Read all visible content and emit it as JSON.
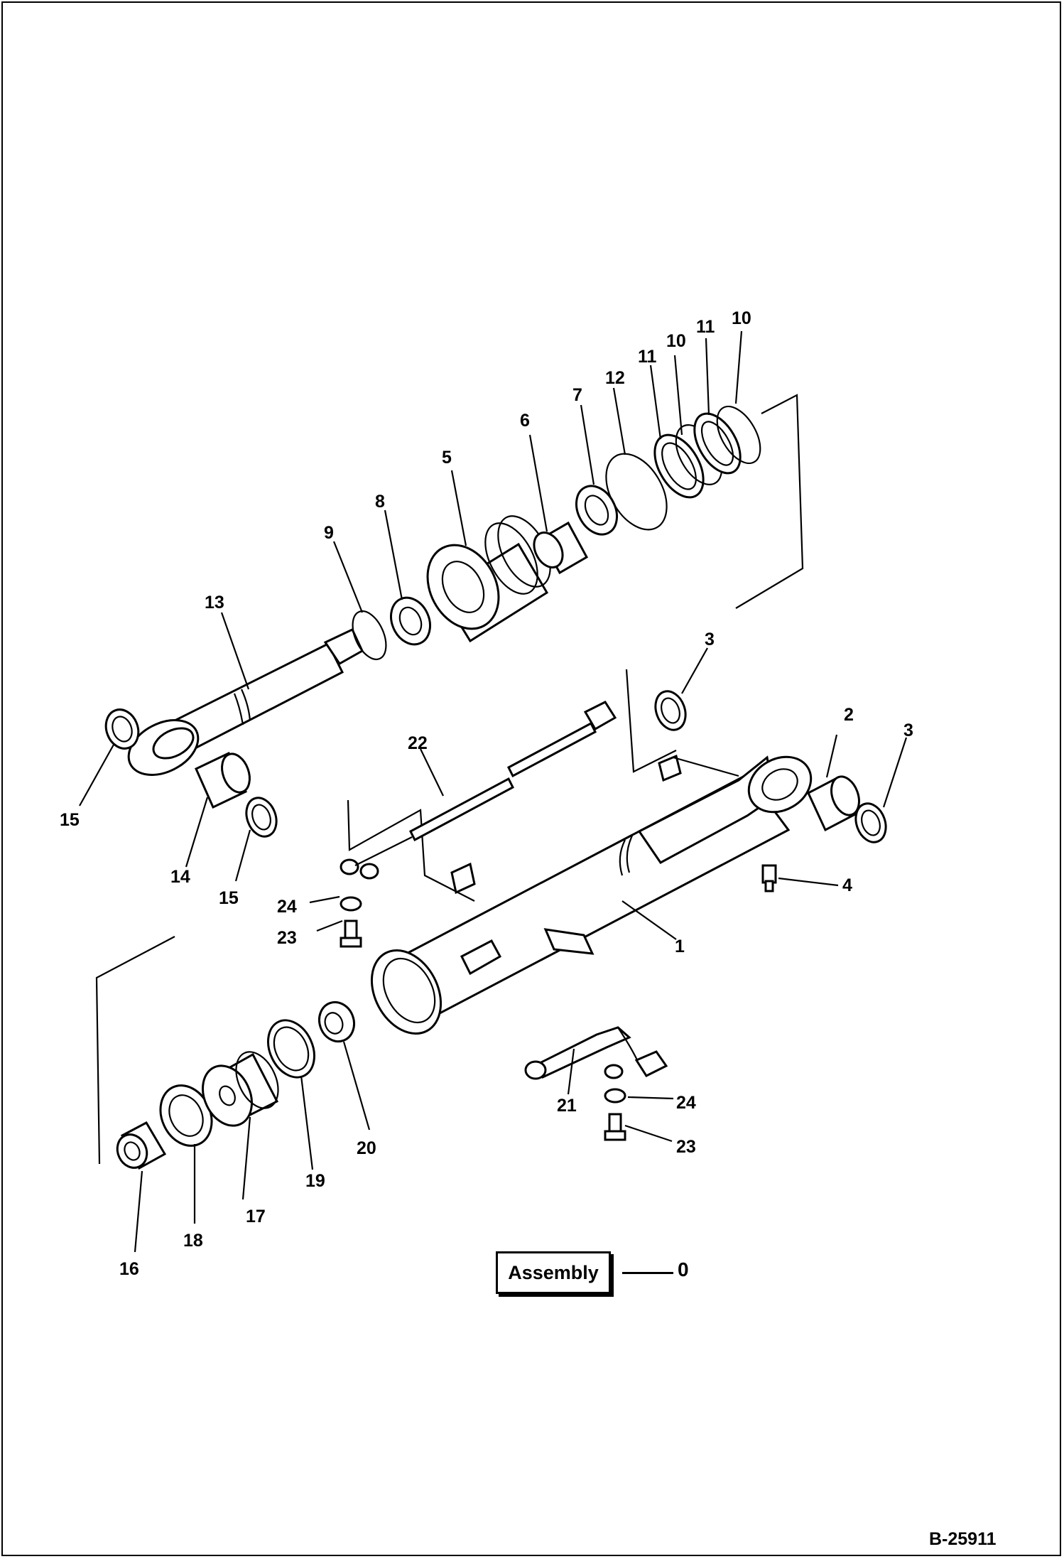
{
  "callouts": [
    {
      "id": "c1",
      "text": "1"
    },
    {
      "id": "c2",
      "text": "2"
    },
    {
      "id": "c3a",
      "text": "3"
    },
    {
      "id": "c3b",
      "text": "3"
    },
    {
      "id": "c4",
      "text": "4"
    },
    {
      "id": "c5",
      "text": "5"
    },
    {
      "id": "c6",
      "text": "6"
    },
    {
      "id": "c7",
      "text": "7"
    },
    {
      "id": "c8",
      "text": "8"
    },
    {
      "id": "c9",
      "text": "9"
    },
    {
      "id": "c10a",
      "text": "10"
    },
    {
      "id": "c10b",
      "text": "10"
    },
    {
      "id": "c11a",
      "text": "11"
    },
    {
      "id": "c11b",
      "text": "11"
    },
    {
      "id": "c12",
      "text": "12"
    },
    {
      "id": "c13",
      "text": "13"
    },
    {
      "id": "c14",
      "text": "14"
    },
    {
      "id": "c15a",
      "text": "15"
    },
    {
      "id": "c15b",
      "text": "15"
    },
    {
      "id": "c16",
      "text": "16"
    },
    {
      "id": "c17",
      "text": "17"
    },
    {
      "id": "c18",
      "text": "18"
    },
    {
      "id": "c19",
      "text": "19"
    },
    {
      "id": "c20",
      "text": "20"
    },
    {
      "id": "c21",
      "text": "21"
    },
    {
      "id": "c22",
      "text": "22"
    },
    {
      "id": "c23a",
      "text": "23"
    },
    {
      "id": "c23b",
      "text": "23"
    },
    {
      "id": "c24a",
      "text": "24"
    },
    {
      "id": "c24b",
      "text": "24"
    }
  ],
  "assembly": {
    "label": "Assembly",
    "number": "0"
  },
  "drawing_number": "B-25911"
}
